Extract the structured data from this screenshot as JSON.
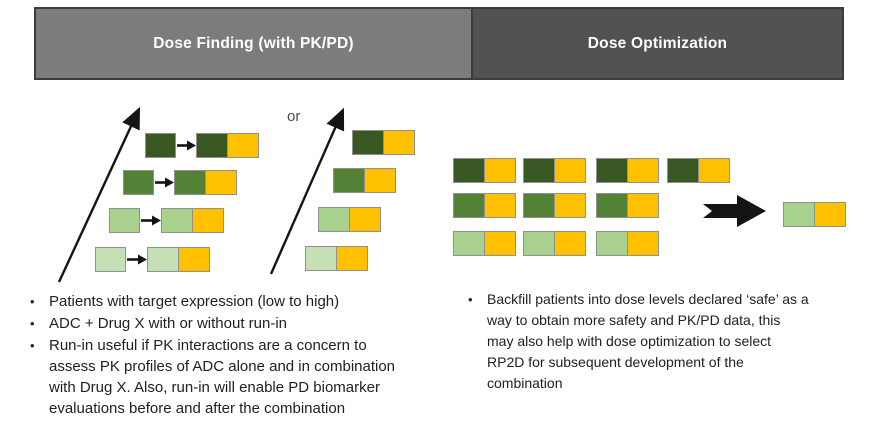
{
  "header": {
    "left_label": "Dose Finding (with PK/PD)",
    "right_label": "Dose Optimization"
  },
  "labels": {
    "bullet": "•",
    "or": "or"
  },
  "palette": {
    "dose_high": "#385723",
    "dose_mid": "#538135",
    "dose_low": "#A9D18E",
    "dose_lowest": "#C5E0B4",
    "drug_x": "#FFC000",
    "header_left_bg": "#7C7C7C",
    "header_right_bg": "#525252",
    "arrow": "#141414"
  },
  "dose_finding": {
    "or_label": "or",
    "ladder_with_runin": {
      "levels": [
        "dose_high",
        "dose_mid",
        "dose_low",
        "dose_lowest"
      ]
    },
    "ladder_without_runin": {
      "levels": [
        "dose_high",
        "dose_mid",
        "dose_low",
        "dose_lowest"
      ]
    },
    "bullets": [
      {
        "lines": [
          "Patients with target expression (low to high)"
        ]
      },
      {
        "lines": [
          "ADC + Drug X with or without run-in"
        ]
      },
      {
        "lines": [
          "Run-in useful if PK interactions are a concern to",
          "assess PK profiles of ADC alone and in combination",
          "with Drug X. Also, run-in will enable PD biomarker",
          "evaluations before and after the combination"
        ]
      }
    ]
  },
  "dose_optimization": {
    "grid_rows": [
      {
        "level": "dose_high",
        "count": 4
      },
      {
        "level": "dose_mid",
        "count": 3
      },
      {
        "level": "dose_low",
        "count": 3
      }
    ],
    "backfill_pair_level": "dose_low",
    "bullets": [
      {
        "lines": [
          "Backfill patients into dose levels declared ‘safe’ as a",
          "way to obtain more safety and PK/PD data, this",
          "may also help with dose optimization to select",
          "RP2D for subsequent development of the",
          "combination"
        ]
      }
    ]
  }
}
